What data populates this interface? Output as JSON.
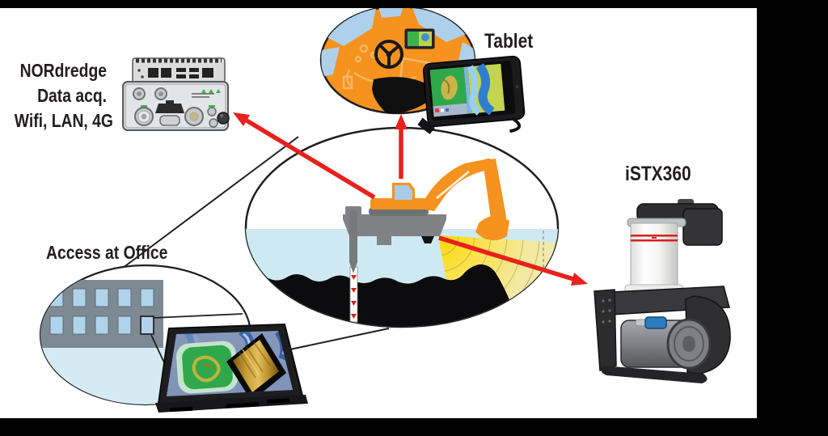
{
  "figure": {
    "type": "system-overview-diagram",
    "labels": {
      "data_acq": {
        "line1": "NORdredge",
        "line2": "Data acq.",
        "line3": "Wifi, LAN, 4G"
      },
      "tablet": "Tablet",
      "sonar": "iSTX360",
      "office": "Access at Office"
    },
    "illustrations": {
      "center_scene": "dredging-excavator-on-barge-with-spud-sonar-beam-and-seabed",
      "top_scene": "excavator-cab-interior-with-steering-wheel-and-mounted-tablet",
      "left_device": "data-acquisition-unit-with-connectors",
      "right_device": "istx360-scanning-sonar-head",
      "bottom_scene": "office-building-with-laptop-showing-sonar-imagery"
    },
    "colors": {
      "arrow_red": "#E8211D",
      "machine_orange": "#F6921E",
      "water_blue": "#CEE9F2",
      "window_blue": "#AFD0EA",
      "beam_yellow": "#FFD900",
      "barge_gray": "#808285",
      "seabed_black": "#0C0C0E",
      "frame_black": "#000000"
    }
  }
}
